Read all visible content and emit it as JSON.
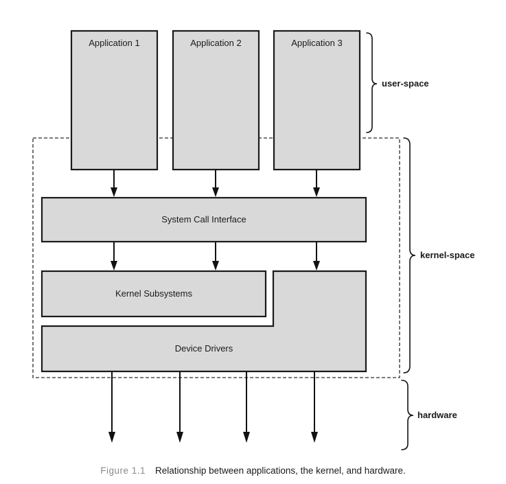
{
  "diagram": {
    "applications": [
      {
        "label": "Application 1"
      },
      {
        "label": "Application 2"
      },
      {
        "label": "Application 3"
      }
    ],
    "system_call_interface": "System Call Interface",
    "kernel_subsystems": "Kernel Subsystems",
    "device_drivers": "Device Drivers",
    "regions": {
      "user_space": "user-space",
      "kernel_space": "kernel-space",
      "hardware": "hardware"
    },
    "colors": {
      "box_fill": "#d9d9d9",
      "box_stroke": "#1a1a1a",
      "dashed_border": "#2b2b2b",
      "caption_label_gray": "#8a8a8a",
      "text": "#1a1a1a"
    }
  },
  "caption": {
    "label": "Figure 1.1",
    "text": "Relationship between applications, the kernel, and hardware."
  }
}
